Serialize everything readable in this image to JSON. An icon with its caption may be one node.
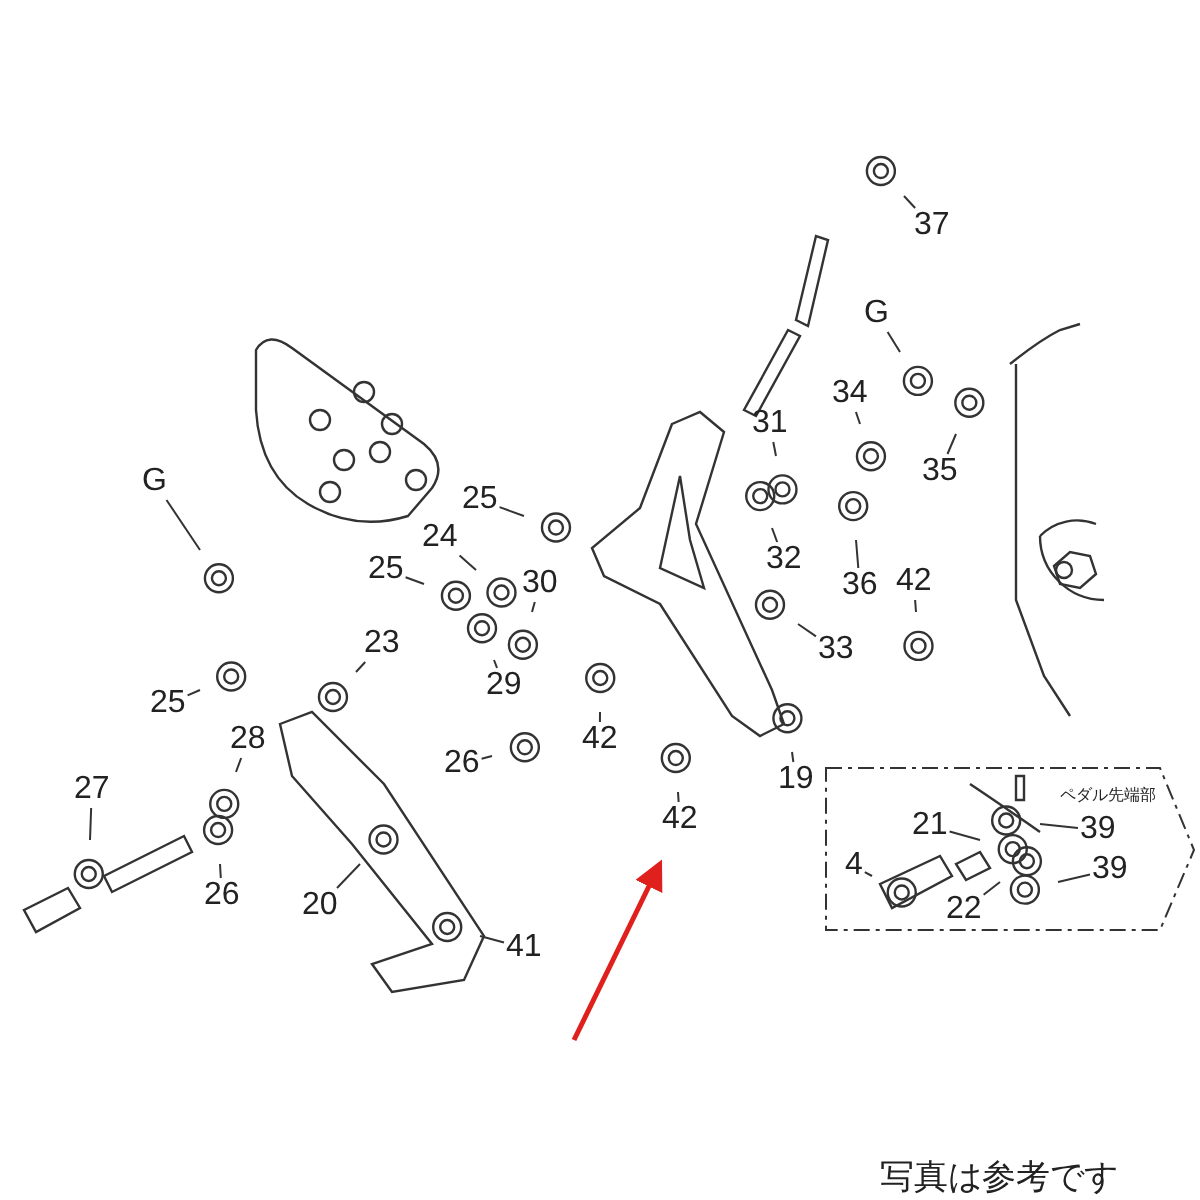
{
  "diagram": {
    "nodes": [
      {
        "text": [
          "37"
        ]
      },
      {
        "text": [
          "G"
        ]
      },
      {
        "text": [
          "34"
        ]
      },
      {
        "text": [
          "31"
        ]
      },
      {
        "text": [
          "35"
        ]
      },
      {
        "text": [
          "G"
        ]
      },
      {
        "text": [
          "25"
        ]
      },
      {
        "text": [
          "24"
        ]
      },
      {
        "text": [
          "25"
        ]
      },
      {
        "text": [
          "30"
        ]
      },
      {
        "text": [
          "32"
        ]
      },
      {
        "text": [
          "36"
        ]
      },
      {
        "text": [
          "42"
        ]
      },
      {
        "text": [
          "23"
        ]
      },
      {
        "text": [
          "33"
        ]
      },
      {
        "text": [
          "29"
        ]
      },
      {
        "text": [
          "25"
        ]
      },
      {
        "text": [
          "28"
        ]
      },
      {
        "text": [
          "42"
        ]
      },
      {
        "text": [
          "26"
        ]
      },
      {
        "text": [
          "19"
        ]
      },
      {
        "text": [
          "27"
        ]
      },
      {
        "text": [
          "42"
        ]
      },
      {
        "text": [
          "26"
        ]
      },
      {
        "text": [
          "20"
        ]
      },
      {
        "text": [
          "41"
        ]
      },
      {
        "text": [
          "ペダル先端部"
        ]
      },
      {
        "text": [
          "21"
        ],
        "in": 26
      },
      {
        "text": [
          "39"
        ],
        "in": 26
      },
      {
        "text": [
          "4"
        ],
        "in": 26
      },
      {
        "text": [
          "39"
        ],
        "in": 26
      },
      {
        "text": [
          "22"
        ],
        "in": 26
      }
    ],
    "edges": [
      {
        "from": 0,
        "to": null,
        "arrow": "none"
      },
      {
        "from": 1,
        "to": null,
        "arrow": "none"
      },
      {
        "from": 2,
        "to": null,
        "arrow": "none"
      },
      {
        "from": 3,
        "to": null,
        "arrow": "none"
      },
      {
        "from": 4,
        "to": null,
        "arrow": "none"
      },
      {
        "from": 5,
        "to": null,
        "arrow": "none"
      },
      {
        "from": 6,
        "to": null,
        "arrow": "none"
      },
      {
        "from": 7,
        "to": null,
        "arrow": "none"
      },
      {
        "from": 8,
        "to": null,
        "arrow": "none"
      },
      {
        "from": 9,
        "to": null,
        "arrow": "none"
      },
      {
        "from": 10,
        "to": null,
        "arrow": "none"
      },
      {
        "from": 11,
        "to": null,
        "arrow": "none"
      },
      {
        "from": 12,
        "to": null,
        "arrow": "none"
      },
      {
        "from": 13,
        "to": null,
        "arrow": "none"
      },
      {
        "from": 14,
        "to": null,
        "arrow": "none"
      },
      {
        "from": 15,
        "to": null,
        "arrow": "none"
      },
      {
        "from": 16,
        "to": null,
        "arrow": "none"
      },
      {
        "from": 17,
        "to": null,
        "arrow": "none"
      },
      {
        "from": 18,
        "to": null,
        "arrow": "none"
      },
      {
        "from": 19,
        "to": null,
        "arrow": "none"
      },
      {
        "from": 20,
        "to": null,
        "arrow": "none"
      },
      {
        "from": 21,
        "to": null,
        "arrow": "none"
      },
      {
        "from": 22,
        "to": null,
        "arrow": "none"
      },
      {
        "from": 23,
        "to": null,
        "arrow": "none"
      },
      {
        "from": 24,
        "to": null,
        "arrow": "none"
      },
      {
        "from": 25,
        "to": null,
        "arrow": "none"
      },
      {
        "from": 27,
        "to": null,
        "arrow": "none"
      },
      {
        "from": 28,
        "to": null,
        "arrow": "none"
      },
      {
        "from": 29,
        "to": null,
        "arrow": "none"
      },
      {
        "from": 30,
        "to": null,
        "arrow": "none"
      },
      {
        "from": 31,
        "to": null,
        "arrow": "none"
      },
      {
        "from": null,
        "to": 22,
        "arrow": "to",
        "style": "thick",
        "color": "#e0201c"
      }
    ],
    "labels": [
      "写真は参考です"
    ]
  }
}
